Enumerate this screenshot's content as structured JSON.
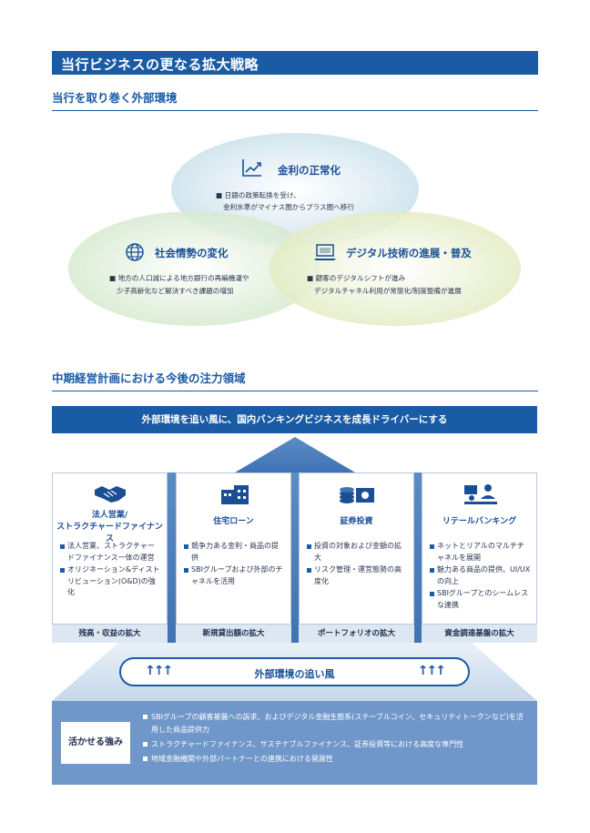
{
  "page": {
    "title": "当行ビジネスの更なる拡大戦略",
    "section1": "当行を取り巻く外部環境",
    "section2": "中期経営計画における今後の注力領域"
  },
  "environment": {
    "interest": {
      "title": "金利の正常化",
      "lines": [
        "■ 日銀の政策転換を受け、",
        "金利水準がマイナス圏からプラス圏へ移行"
      ]
    },
    "society": {
      "title": "社会情勢の変化",
      "lines": [
        "■ 地方の人口減による地方銀行の再編機運や",
        "少子高齢化など解決すべき課題の増加"
      ]
    },
    "digital": {
      "title": "デジタル技術の進展・普及",
      "lines": [
        "■ 顧客のデジタルシフトが進み",
        "デジタルチャネル利用が常態化/制度整備が進展"
      ]
    }
  },
  "focus": {
    "banner": "外部環境を追い風に、国内バンキングビジネスを成長ドライバーにする",
    "cards": [
      {
        "title_line1": "法人営業/",
        "title_line2": "ストラクチャードファイナンス",
        "items": [
          "法人営業、ストラクチャードファイナンス一体の運営",
          "オリジネーション&ディストリビューション(O&D)の強化"
        ],
        "footer": "残高・収益の拡大"
      },
      {
        "title_line1": "住宅ローン",
        "items": [
          "競争力ある金利・商品の提供",
          "SBIグループおよび外部のチャネルを活用"
        ],
        "footer": "新規貸出額の拡大"
      },
      {
        "title_line1": "証券投資",
        "items": [
          "投資の対象および金額の拡大",
          "リスク管理・運営態勢の高度化"
        ],
        "footer": "ポートフォリオの拡大"
      },
      {
        "title_line1": "リテールバンキング",
        "items": [
          "ネットとリアルのマルチチャネルを展開",
          "魅力ある商品の提供、UI/UXの向上",
          "SBIグループとのシームレスな連携"
        ],
        "footer": "資金調達基盤の拡大"
      }
    ],
    "tailwind": {
      "label": "外部環境の追い風",
      "arrows": "↑↑↑"
    }
  },
  "strengths": {
    "label": "活かせる強み",
    "items": [
      "SBIグループの顧客基盤への訴求、およびデジタル金融生態系(ステーブルコイン、セキュリティトークンなど)を活用した商品提供力",
      "ストラクチャードファイナンス、サステナブルファイナンス、証券投資等における高度な専門性",
      "地域金融機関や外部パートナーとの連携における発展性"
    ]
  },
  "colors": {
    "primary": "#1a5ba5",
    "light_blue": "#dde7f2",
    "strength_bg": "#6f97c9"
  },
  "icons": [
    "chart-line-icon",
    "globe-icon",
    "laptop-icon",
    "handshake-icon",
    "house-icon",
    "coins-icon",
    "meeting-icon"
  ]
}
